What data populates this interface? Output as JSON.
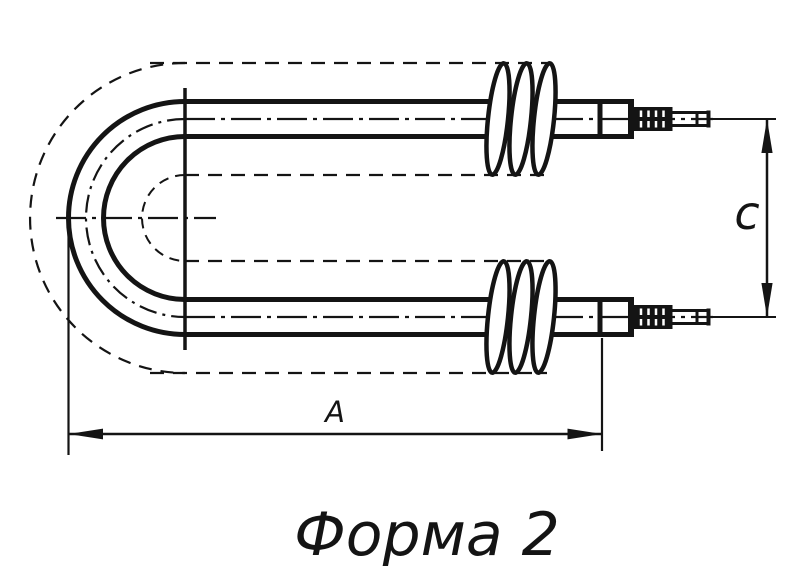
{
  "colors": {
    "ink": "#141414",
    "background": "#ffffff"
  },
  "labels": {
    "dimension_a": "A",
    "dimension_c": "c"
  },
  "caption": "Форма 2"
}
